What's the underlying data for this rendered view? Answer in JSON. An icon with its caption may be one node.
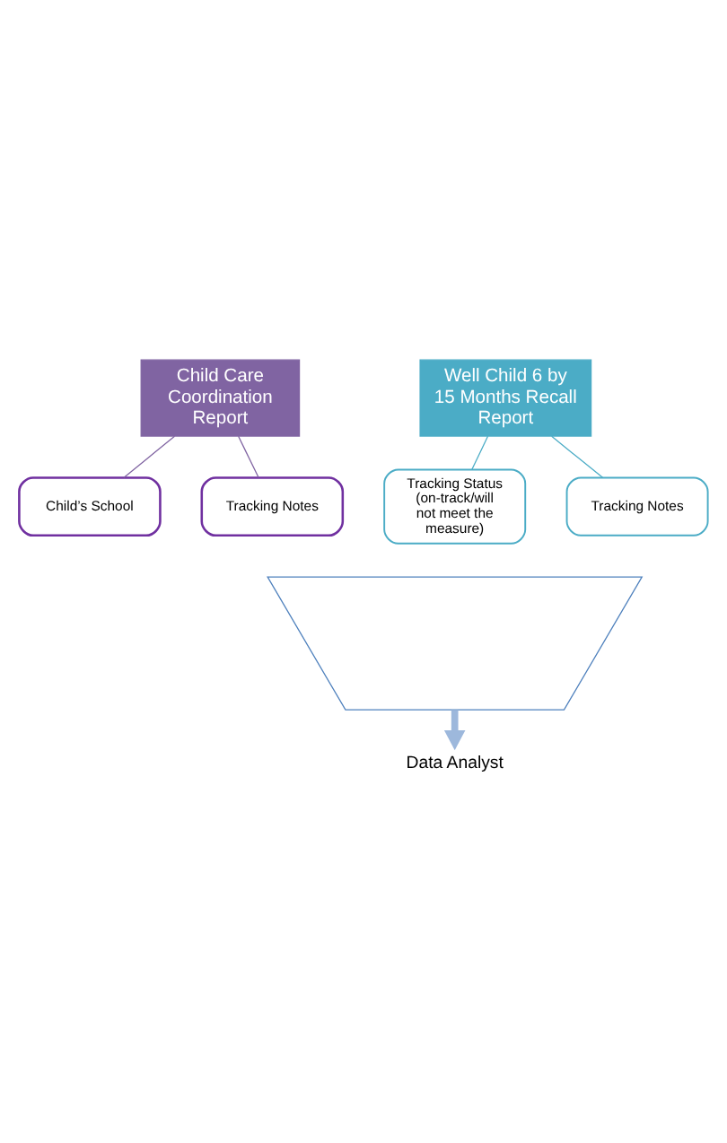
{
  "diagram": {
    "nodes": [
      {
        "text": [
          "Child Care Coordination Report"
        ]
      },
      {
        "text": [
          "Child’s School"
        ]
      },
      {
        "text": [
          "Tracking Notes"
        ]
      },
      {
        "text": [
          "Well Child 6 by 15 Months Recall Report"
        ]
      },
      {
        "text": [
          "Tracking Status (on-track/will not meet the measure)"
        ]
      },
      {
        "text": [
          "Tracking Notes"
        ]
      },
      {
        "text": [],
        "shape": "funnel"
      },
      {
        "text": [
          "Data Analyst"
        ]
      }
    ],
    "edges": [
      {
        "from": 0,
        "to": 1,
        "arrow": "none",
        "color": "#8064a2"
      },
      {
        "from": 0,
        "to": 2,
        "arrow": "none",
        "color": "#8064a2"
      },
      {
        "from": 3,
        "to": 4,
        "arrow": "none",
        "color": "#4bacc6"
      },
      {
        "from": 3,
        "to": 5,
        "arrow": "none",
        "color": "#4bacc6"
      },
      {
        "from": 6,
        "to": 7,
        "arrow": "to",
        "style": "thick",
        "color": "#9db8dc"
      }
    ]
  }
}
